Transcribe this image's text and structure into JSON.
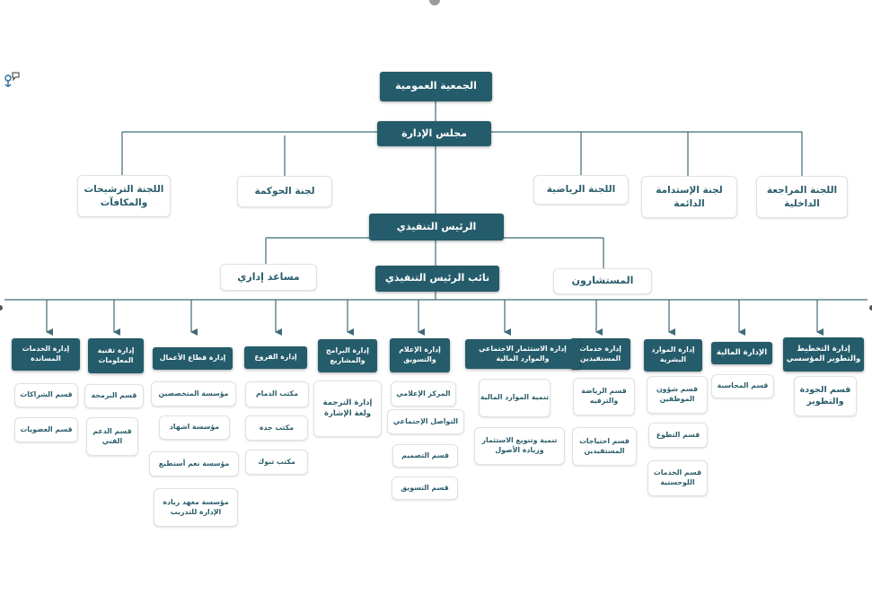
{
  "top": {
    "assembly": "الجمعية العمومية",
    "board": "مجلس الإدارة",
    "ceo": "الرئيس التنفيذي",
    "deputy": "نائب الرئيس التنفيذي",
    "advisors": "المستشارون",
    "admin_assistant": "مساعد إداري"
  },
  "committees": [
    "اللجنة المراجعة الداخلية",
    "لجنة الإستدامة الدائمة",
    "اللجنة الرياضية",
    "لجنة الحوكمة",
    "اللجنة الترشيحات والمكافآت"
  ],
  "departments": [
    {
      "title": "إدارة التخطيط والتطوير المؤسسي",
      "children": [
        "قسم الجودة والتطوير"
      ]
    },
    {
      "title": "الإدارة المالية",
      "children": [
        "قسم المحاسبة"
      ]
    },
    {
      "title": "إدارة الموارد البشرية",
      "children": [
        "قسم شؤون الموظفين",
        "قسم التطوع",
        "قسم الخدمات اللوجستية"
      ]
    },
    {
      "title": "إدارة خدمات المستفيدين",
      "children": [
        "قسم الرياضة والترفيه",
        "قسم احتياجات المستفيدين"
      ]
    },
    {
      "title": "إدارة الاستثمار الاجتماعي والموارد المالية",
      "children": [
        "تنمية الموارد المالية",
        "تنمية وتنويع الاستثمار وزيادة الأصول"
      ]
    },
    {
      "title": "إدارة الإعلام والتسويق",
      "children": [
        "المركز الإعلامي",
        "التواصل الإجتماعي",
        "قسم التصميم",
        "قسم التسويق"
      ]
    },
    {
      "title": "إدارة البرامج والمشاريع",
      "children": [
        "إدارة الترجمة ولغة الإشارة"
      ]
    },
    {
      "title": "إدارة الفروع",
      "children": [
        "مكتب الدمام",
        "مكتب جدة",
        "مكتب تبوك"
      ]
    },
    {
      "title": "إدارة قطاع الأعمال",
      "children": [
        "مؤسسة المتخصصين",
        "مؤسسة اشهاد",
        "مؤسسة نعم أستطيع",
        "مؤسسة معهد ريادة الإدارة للتدريب"
      ]
    },
    {
      "title": "إدارة تقنية المعلومات",
      "children": [
        "قسم البرمجة",
        "قسم الدعم الفني"
      ]
    },
    {
      "title": "إدارة الخدمات المساندة",
      "children": [
        "قسم الشراكات",
        "قسم العضويات"
      ]
    }
  ],
  "colors": {
    "dark_box": "#255c6b",
    "light_text": "#2a5d6b",
    "connector": "#3f6b78"
  }
}
